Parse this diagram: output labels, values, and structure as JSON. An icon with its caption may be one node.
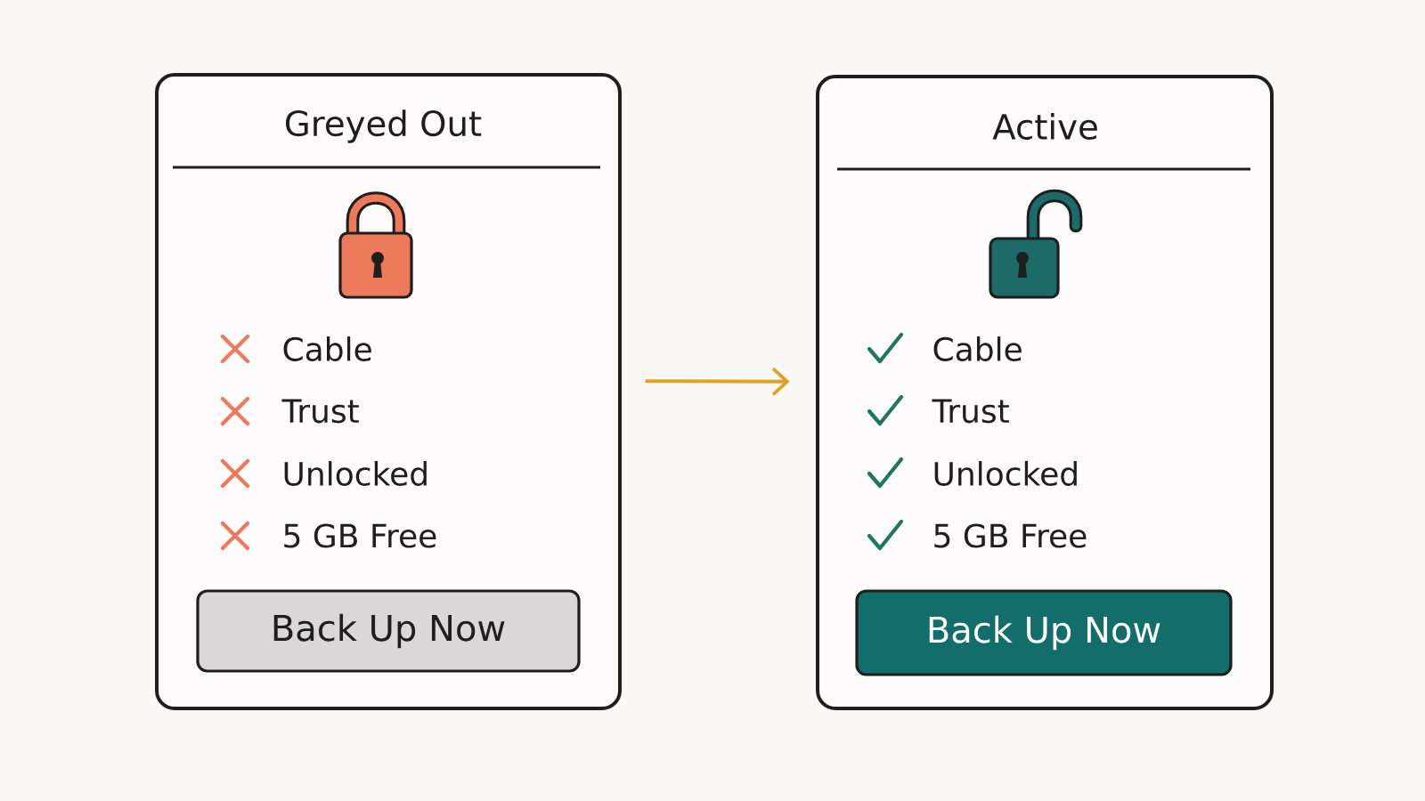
{
  "diagram": {
    "nodes": [
      {
        "text": [
          "Greyed Out",
          "Cable",
          "Trust",
          "Unlocked",
          "5 GB Free"
        ]
      },
      {
        "text": [
          "Back Up Now"
        ],
        "in": 0
      },
      {
        "text": [
          "Active",
          "Cable",
          "Trust",
          "Unlocked",
          "5 GB Free"
        ]
      },
      {
        "text": [
          "Back Up Now"
        ],
        "in": 2
      }
    ],
    "edges": [
      {
        "from": 0,
        "to": 2,
        "arrow": "to",
        "color": "#e0a224"
      }
    ]
  }
}
